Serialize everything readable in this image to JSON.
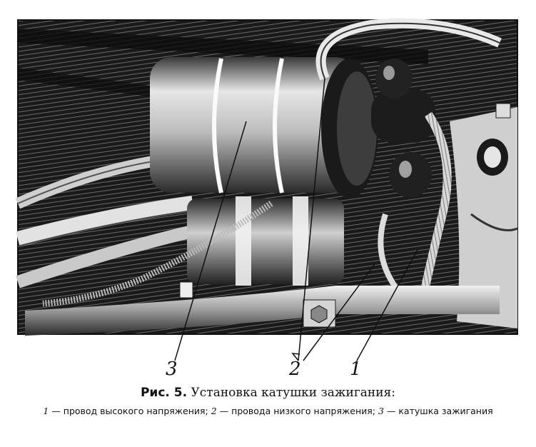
{
  "figure": {
    "callouts": [
      {
        "id": "3",
        "label": "3"
      },
      {
        "id": "2",
        "label": "2"
      },
      {
        "id": "1",
        "label": "1"
      }
    ]
  },
  "caption": {
    "prefix": "Рис. 5.",
    "title": "Установка катушки зажигания:",
    "legend": [
      {
        "num": "1",
        "text": "— провод высокого напряжения;"
      },
      {
        "num": "2",
        "text": "— провода низкого напряжения;"
      },
      {
        "num": "3",
        "text": "— катушка зажигания"
      }
    ]
  }
}
